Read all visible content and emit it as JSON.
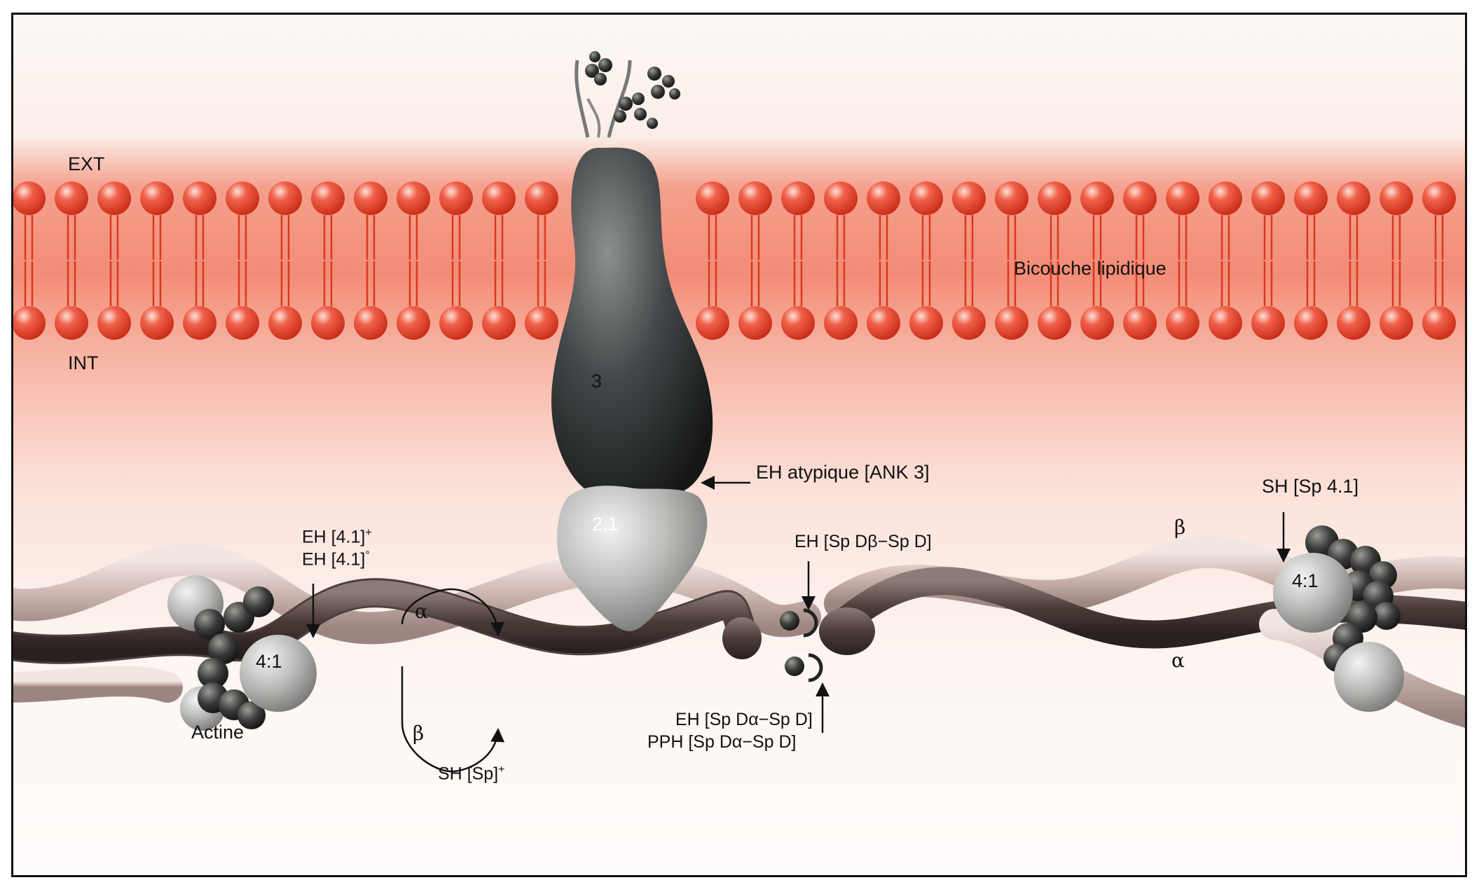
{
  "regions": {
    "ext": "EXT",
    "int": "INT",
    "bilayer": "Bicouche lipidique"
  },
  "proteins": {
    "band3": "3",
    "band21": "2.1",
    "band41_left": "4:1",
    "band41_right": "4:1",
    "actin": "Actine"
  },
  "annotations": {
    "eh_atypique": "EH atypique [ANK 3]",
    "sh_sp41": "SH [Sp 4.1]",
    "eh_41_plus": "EH [4.1]",
    "eh_41_plus_sup": "+",
    "eh_41_zero": "EH [4.1]",
    "eh_41_zero_sup": "°",
    "eh_spdbeta": "EH [Sp Dβ−Sp D]",
    "eh_spdalpha": "EH [Sp Dα−Sp D]",
    "pph_spdalpha": "PPH [Sp Dα−Sp D]",
    "sh_sp": "SH [Sp]",
    "sh_sp_sup": "+"
  },
  "chains": {
    "alpha_left": "α",
    "beta_left": "β",
    "alpha_right": "α",
    "beta_right": "β"
  },
  "colors": {
    "lipid_head": "#e8402a",
    "lipid_band": "#f4a08c",
    "protein_dark": "#3a3d3b",
    "protein_light": "#c8c9c6",
    "alpha_strand": "#5b4a46",
    "beta_strand": "#d8c4c0"
  }
}
